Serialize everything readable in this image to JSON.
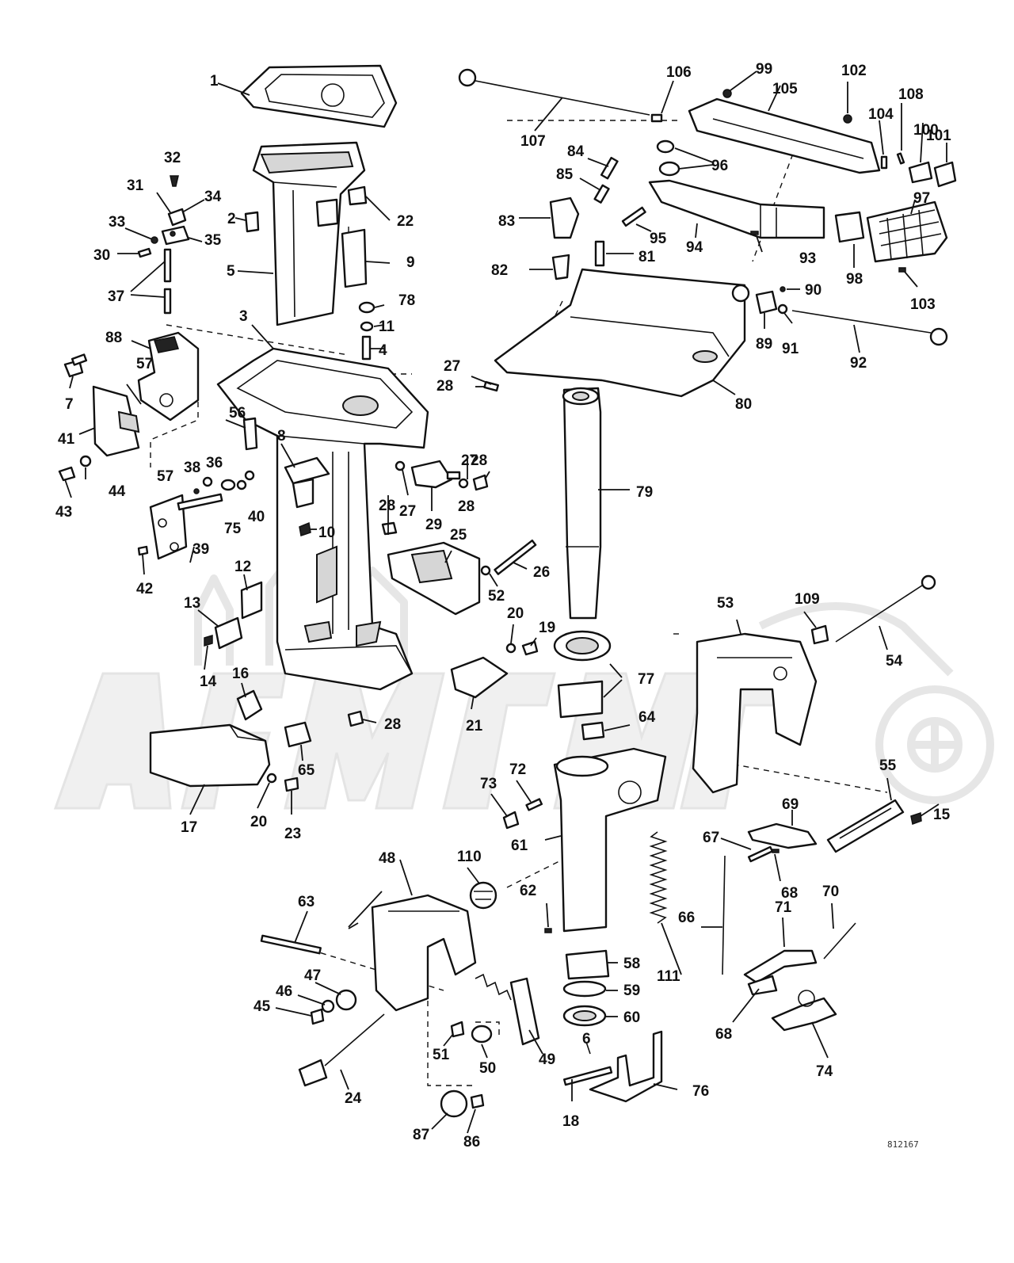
{
  "diagram_code": "812167",
  "callouts": [
    "1",
    "2",
    "3",
    "4",
    "5",
    "6",
    "7",
    "8",
    "9",
    "10",
    "11",
    "12",
    "13",
    "14",
    "15",
    "16",
    "17",
    "18",
    "19",
    "20",
    "20",
    "21",
    "22",
    "23",
    "24",
    "25",
    "26",
    "27",
    "27",
    "27",
    "28",
    "28",
    "28",
    "28",
    "28",
    "29",
    "30",
    "31",
    "32",
    "33",
    "34",
    "35",
    "36",
    "37",
    "38",
    "39",
    "40",
    "41",
    "42",
    "43",
    "44",
    "47",
    "45",
    "46",
    "48",
    "49",
    "50",
    "51",
    "52",
    "53",
    "54",
    "55",
    "56",
    "57",
    "57",
    "58",
    "59",
    "60",
    "61",
    "62",
    "63",
    "64",
    "65",
    "66",
    "67",
    "68",
    "68",
    "69",
    "70",
    "71",
    "72",
    "73",
    "74",
    "75",
    "76",
    "77",
    "78",
    "79",
    "80",
    "81",
    "82",
    "83",
    "84",
    "85",
    "86",
    "87",
    "88",
    "89",
    "90",
    "91",
    "92",
    "93",
    "94",
    "95",
    "96",
    "97",
    "98",
    "99",
    "100",
    "101",
    "102",
    "103",
    "104",
    "105",
    "106",
    "107",
    "108",
    "109",
    "110",
    "111"
  ],
  "icons": {
    "watermark": "motorcycle-watermark-logo"
  }
}
